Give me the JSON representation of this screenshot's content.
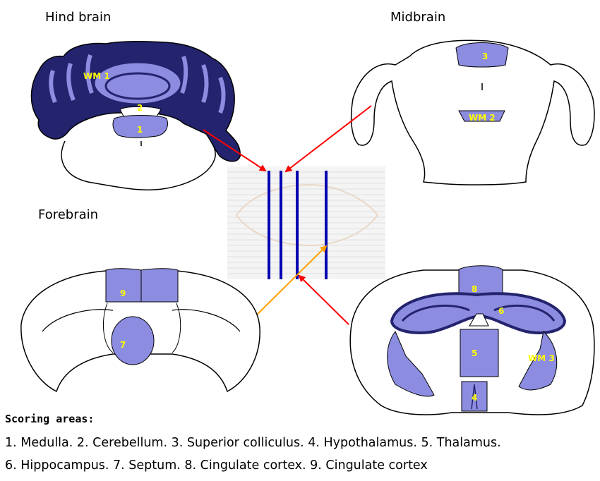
{
  "labels": {
    "hindbrain": "Hind brain",
    "midbrain": "Midbrain",
    "forebrain": "Forebrain"
  },
  "areas": {
    "wm1": "WM 1",
    "wm2": "WM 2",
    "wm3": "WM 3",
    "a1": "1",
    "a2": "2",
    "a3": "3",
    "a4": "4",
    "a5": "5",
    "a6": "6",
    "a7": "7",
    "a8": "8",
    "a9": "9"
  },
  "caption": {
    "title": "Scoring areas:",
    "line1": "1. Medulla.  2. Cerebellum.  3.  Superior colliculus.  4.  Hypothalamus.  5.  Thalamus.",
    "line2": "6.  Hippocampus.  7. Septum.  8. Cingulate cortex.  9. Cingulate cortex"
  },
  "colors": {
    "region_fill": "#8c8ce0",
    "dark_fill": "#23236e",
    "section_line": "#0000b0",
    "arrow_red": "#ff0000",
    "arrow_orange": "#ffa000",
    "label_yellow": "#ffff00"
  }
}
